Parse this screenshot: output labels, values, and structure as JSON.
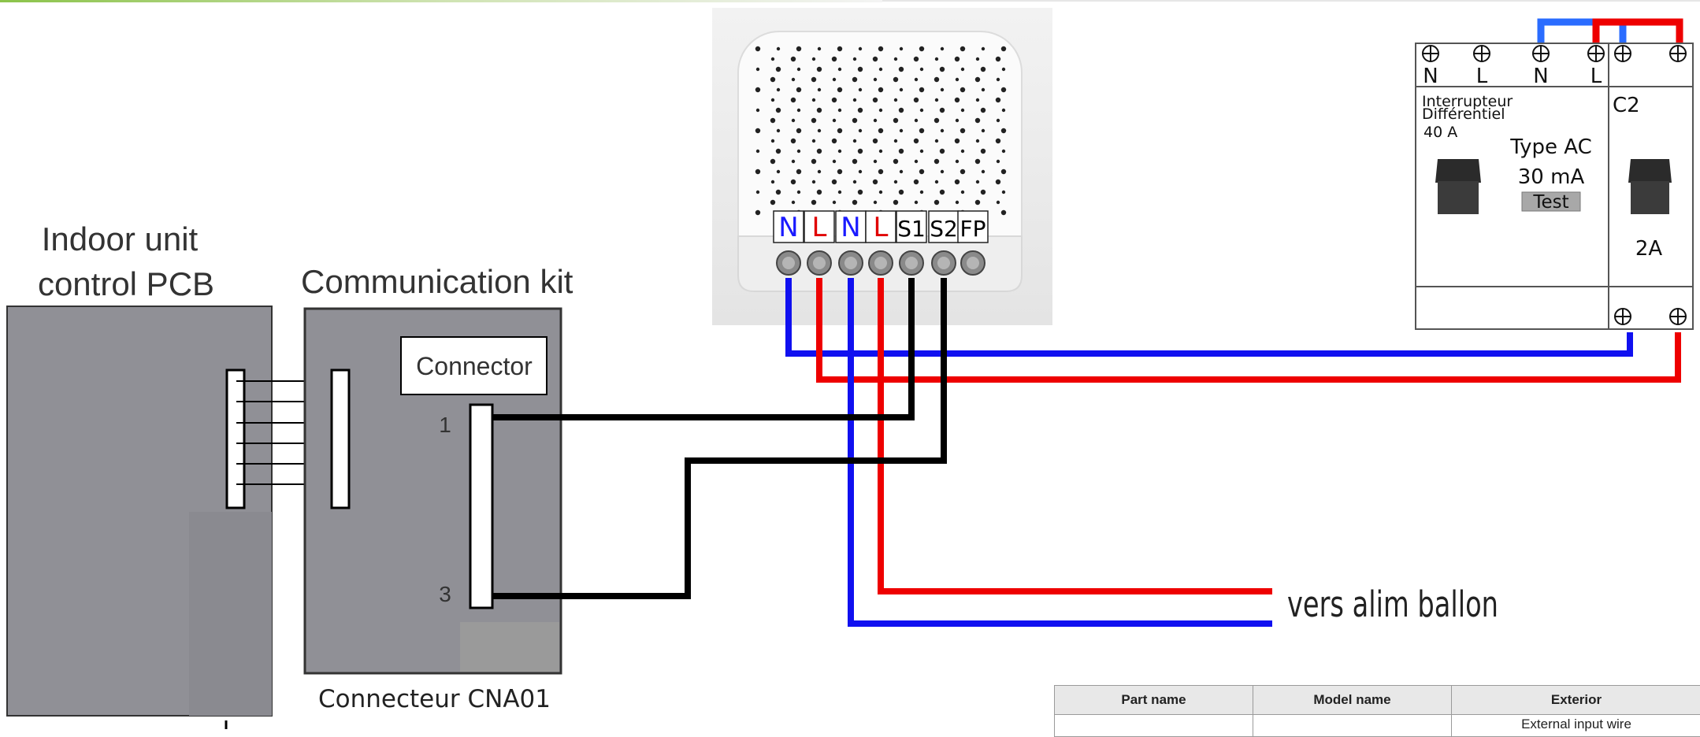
{
  "indoor_unit": {
    "label_line1": "Indoor unit",
    "label_line2": "control PCB"
  },
  "comm_kit": {
    "label": "Communication kit",
    "connector_label": "Connector",
    "pin1": "1",
    "pin3": "3",
    "caption": "Connecteur CNA01"
  },
  "relay_module": {
    "terminals": [
      {
        "label": "N",
        "color": "#1a1aff"
      },
      {
        "label": "L",
        "color": "#e00000"
      },
      {
        "label": "N",
        "color": "#1a1aff"
      },
      {
        "label": "L",
        "color": "#e00000"
      },
      {
        "label": "S1",
        "color": "#000000"
      },
      {
        "label": "S2",
        "color": "#000000"
      },
      {
        "label": "FP",
        "color": "#000000"
      }
    ]
  },
  "breaker": {
    "top_terminals": [
      "N",
      "L",
      "N",
      "L"
    ],
    "rcd_line1": "Interrupteur",
    "rcd_line2": "Différentiel",
    "rcd_rating": "40 A",
    "type": "Type AC",
    "sensitivity": "30 mA",
    "test_button": "Test",
    "c2_label": "C2",
    "c2_rating": "2A"
  },
  "ballon_label": "vers alim ballon",
  "parts_table": {
    "headers": [
      "Part name",
      "Model name",
      "Exterior"
    ],
    "row1_exterior": "External input wire"
  },
  "colors": {
    "neutral": "#1010f0",
    "live": "#ee0000",
    "signal": "#000000",
    "panel_gray": "#909096"
  }
}
